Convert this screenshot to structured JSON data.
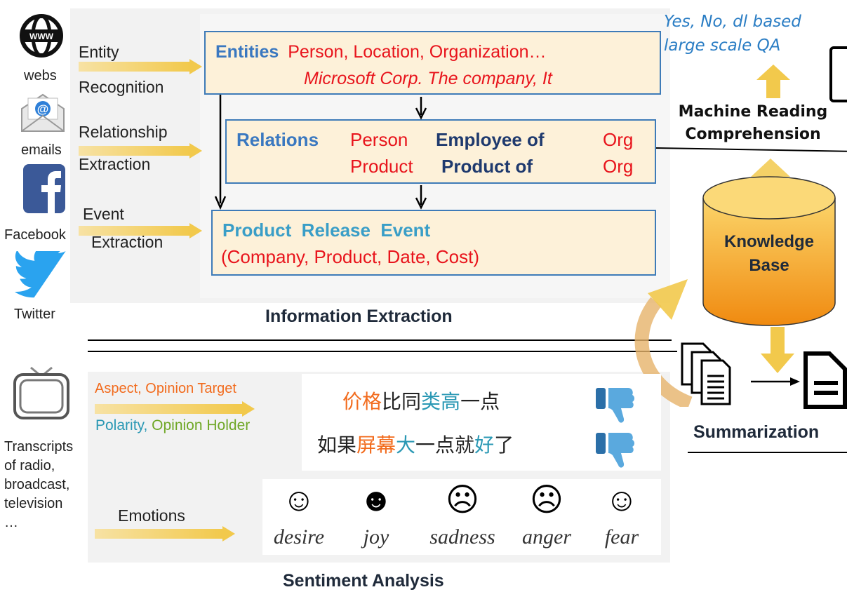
{
  "sources": {
    "webs": "webs",
    "emails": "emails",
    "facebook": "Facebook",
    "twitter": "Twitter",
    "transcripts": [
      "Transcripts",
      "of radio,",
      "broadcast,",
      "television",
      "…"
    ]
  },
  "steps": {
    "entity": [
      "Entity",
      "Recognition"
    ],
    "relationship": [
      "Relationship",
      "Extraction"
    ],
    "event": [
      "Event",
      "Extraction"
    ]
  },
  "entities_box": {
    "heading": "Entities",
    "line1": "Person, Location, Organization…",
    "line2": "Microsoft Corp. The company, It"
  },
  "relations_box": {
    "heading": "Relations",
    "row1": [
      "Person",
      "Employee of",
      "Org"
    ],
    "row2": [
      "Product",
      "Product of",
      "Org"
    ]
  },
  "event_box": {
    "heading": "Product  Release  Event",
    "line2": "(Company, Product, Date, Cost)"
  },
  "ie_title": "Information Extraction",
  "qa": {
    "line1": "Yes, No, dl based",
    "line2": "large scale QA",
    "mrc1": "Machine Reading",
    "mrc2": "Comprehension"
  },
  "kb": [
    "Knowledge",
    "Base"
  ],
  "summarization": "Summarization",
  "sentiment": {
    "aspect": "Aspect, Opinion Target",
    "polarity": "Polarity,",
    "holder": "Opinion Holder",
    "emotions": "Emotions",
    "title": "Sentiment Analysis",
    "sentence1": [
      {
        "t": "价格",
        "c": "#f26b1d"
      },
      {
        "t": "比同",
        "c": "#222222"
      },
      {
        "t": "类",
        "c": "#2a98b4"
      },
      {
        "t": "高",
        "c": "#2a98b4"
      },
      {
        "t": "一点",
        "c": "#222222"
      }
    ],
    "sentence2": [
      {
        "t": "如果",
        "c": "#222222"
      },
      {
        "t": "屏幕",
        "c": "#f26b1d"
      },
      {
        "t": "大",
        "c": "#2a98b4"
      },
      {
        "t": "一点就",
        "c": "#222222"
      },
      {
        "t": "好",
        "c": "#2a98b4"
      },
      {
        "t": "了",
        "c": "#222222"
      }
    ],
    "emotion_labels": [
      "desire",
      "joy",
      "sadness",
      "anger",
      "fear"
    ],
    "emotion_faces": [
      "☺",
      "☻",
      "☹",
      "☹",
      "☺"
    ]
  },
  "icons": {
    "web": "globe-www-icon",
    "email": "email-envelope-icon",
    "facebook": "facebook-icon",
    "twitter": "twitter-bird-icon",
    "tv": "television-icon",
    "thumbs_down": "thumbs-down-icon",
    "documents": "document-stack-icon",
    "summary_doc": "document-icon",
    "database": "database-cylinder-icon"
  }
}
